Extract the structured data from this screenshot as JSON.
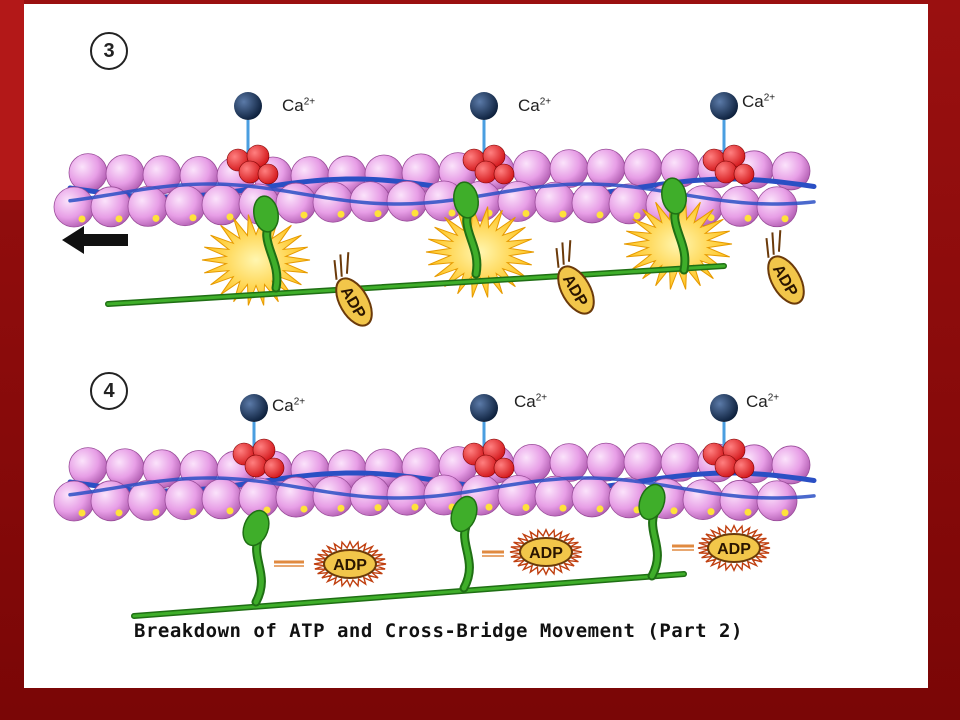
{
  "caption": "Breakdown of ATP and Cross-Bridge Movement (Part 2)",
  "panels": [
    {
      "step_label": "3",
      "ion": {
        "base": "Ca",
        "charge": "2+"
      },
      "molecule_label": "ADP",
      "count": 3
    },
    {
      "step_label": "4",
      "ion": {
        "base": "Ca",
        "charge": "2+"
      },
      "molecule_label": "ADP",
      "count": 3
    }
  ],
  "colors": {
    "actin": "#e79ee6",
    "actin_dark": "#b460b4",
    "tropomyosin": "#2a4fc4",
    "troponin": "#d3161a",
    "calcium": "#0b1e3a",
    "myosin": "#3fae2a",
    "myosin_dark": "#1f6f14",
    "burst": "#ffc21a",
    "adp_body": "#f2c64a",
    "adp_outline": "#6b3a0a",
    "background_slide": "#7e0a0a"
  }
}
